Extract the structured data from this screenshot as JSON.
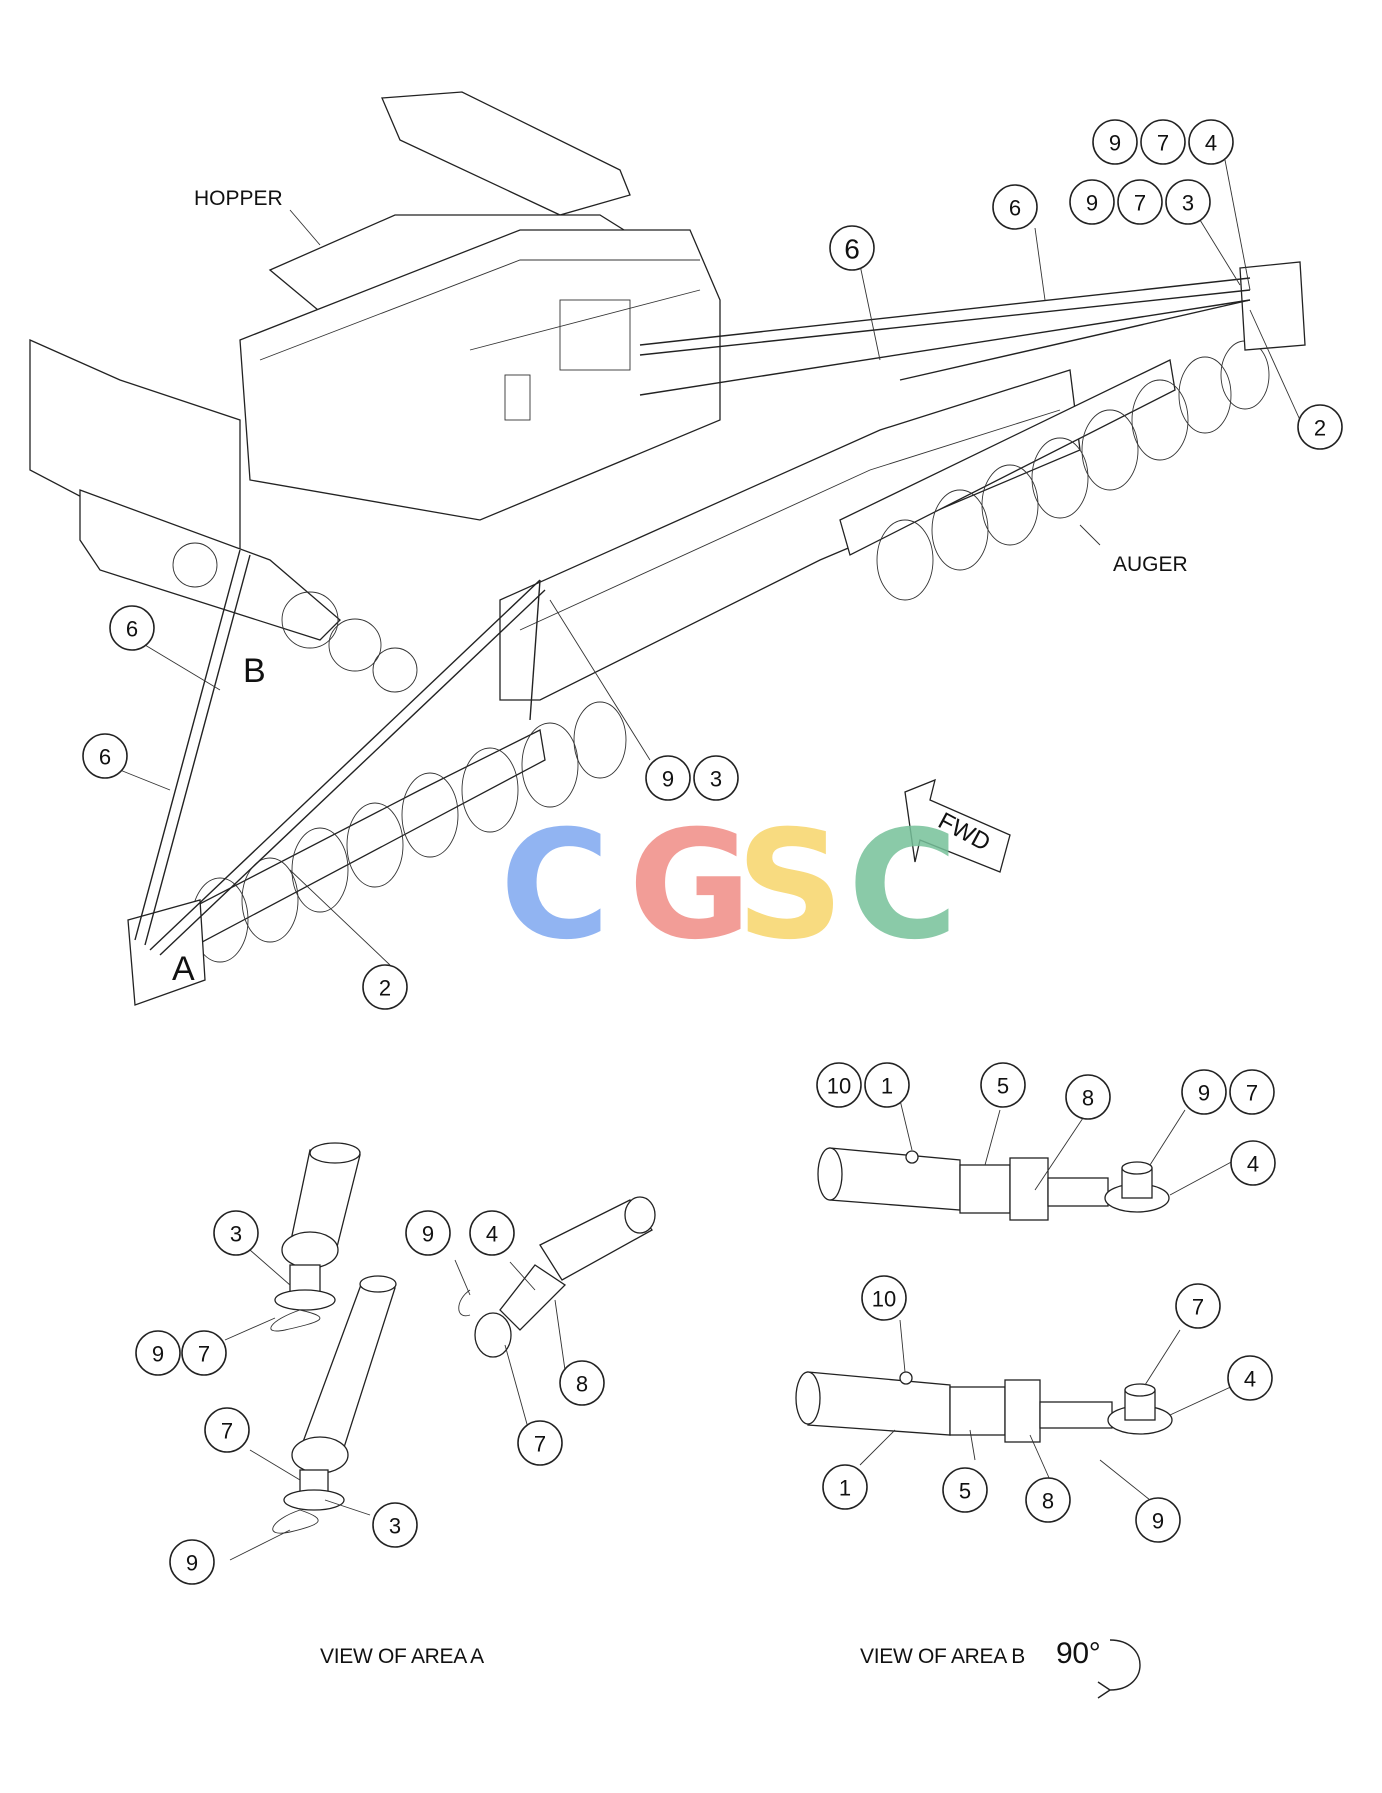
{
  "labels": {
    "hopper": "HOPPER",
    "auger": "AUGER",
    "fwd": "FWD",
    "area_a": "A",
    "area_b": "B"
  },
  "captions": {
    "view_a": "VIEW OF AREA A",
    "view_b": "VIEW OF AREA B",
    "rotation": "90°"
  },
  "watermark": {
    "text": "CGSC",
    "colors": [
      "#7ea8f0",
      "#f08c86",
      "#f7d56a",
      "#76c19a"
    ]
  },
  "callouts": {
    "main": [
      "9",
      "7",
      "4",
      "9",
      "7",
      "3",
      "6",
      "6",
      "2",
      "6",
      "6",
      "9",
      "3",
      "2"
    ],
    "view_a": [
      "3",
      "9",
      "7",
      "9",
      "4",
      "8",
      "7",
      "7",
      "3",
      "9"
    ],
    "view_b_top": [
      "10",
      "1",
      "5",
      "8",
      "9",
      "7",
      "4"
    ],
    "view_b_bottom": [
      "10",
      "7",
      "4",
      "1",
      "5",
      "8",
      "9"
    ]
  },
  "colors": {
    "line": "#222222",
    "background": "#ffffff"
  }
}
